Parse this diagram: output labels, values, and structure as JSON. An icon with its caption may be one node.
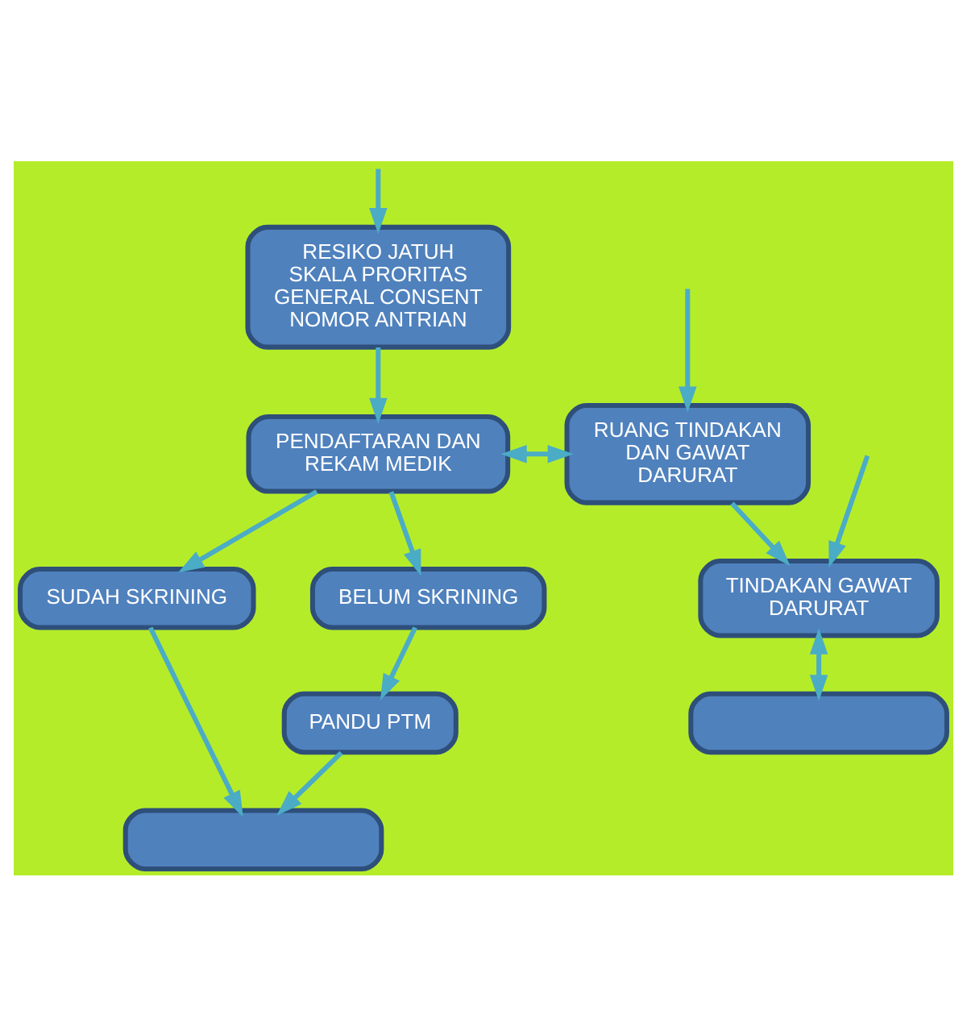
{
  "diagram": {
    "nodes": [
      {
        "text": [
          "RESIKO JATUH",
          "SKALA PRORITAS",
          "GENERAL CONSENT",
          "NOMOR ANTRIAN"
        ]
      },
      {
        "text": [
          "PENDAFTARAN DAN REKAM MEDIK"
        ]
      },
      {
        "text": [
          "RUANG TINDAKAN DAN GAWAT DARURAT"
        ]
      },
      {
        "text": [
          "SUDAH SKRINING"
        ]
      },
      {
        "text": [
          "BELUM SKRINING"
        ]
      },
      {
        "text": [
          "PANDU PTM"
        ]
      },
      {
        "text": [
          "TINDAKAN GAWAT DARURAT"
        ]
      },
      {
        "text": [],
        "shape": "box"
      },
      {
        "text": [],
        "shape": "box"
      }
    ],
    "edges": [
      {
        "from": null,
        "to": 0,
        "arrow": "to"
      },
      {
        "from": 0,
        "to": 1,
        "arrow": "to"
      },
      {
        "from": 1,
        "to": 2,
        "arrow": "both"
      },
      {
        "from": null,
        "to": 2,
        "arrow": "to"
      },
      {
        "from": 1,
        "to": 3,
        "arrow": "to"
      },
      {
        "from": 1,
        "to": 4,
        "arrow": "to"
      },
      {
        "from": 4,
        "to": 5,
        "arrow": "to"
      },
      {
        "from": 3,
        "to": 7,
        "arrow": "to"
      },
      {
        "from": 5,
        "to": 7,
        "arrow": "to"
      },
      {
        "from": 2,
        "to": 6,
        "arrow": "to"
      },
      {
        "from": 6,
        "to": 8,
        "arrow": "both"
      },
      {
        "from": null,
        "to": 6,
        "arrow": "to"
      }
    ]
  }
}
